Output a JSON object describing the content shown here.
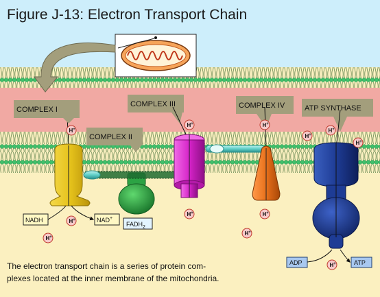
{
  "figure": {
    "title": "Figure J-13: Electron Transport Chain",
    "caption_lines": [
      "The electron transport chain is a series of protein com-",
      "plexes located at the inner membrane of the mitochondria."
    ]
  },
  "complexes": {
    "c1": "COMPLEX I",
    "c2": "COMPLEX II",
    "c3": "COMPLEX III",
    "c4": "COMPLEX IV",
    "atp_synthase": "ATP SYNTHASE"
  },
  "molecules": {
    "nadh": "NADH",
    "nad": "NAD",
    "nad_sup": "+",
    "fadh2": "FADH",
    "fadh2_sub": "2",
    "adp": "ADP",
    "atp": "ATP"
  },
  "proton": {
    "symbol": "H",
    "charge": "+"
  },
  "colors": {
    "sky": "#cdeefb",
    "matrix": "#fbf0c0",
    "intermembrane": "#f1a9a3",
    "lipid_head": "#3fbf6a",
    "label_box": "#a39e7c",
    "complex1": "#e6c31c",
    "complex2": "#2ca344",
    "complex3": "#d523c8",
    "complex4": "#e8701a",
    "atp_synthase": "#1e3c95",
    "proton_fill": "#f6c9c9",
    "proton_stroke": "#c0392b"
  },
  "icons": {
    "mitochondrion": "mitochondrion-icon",
    "arrow": "curved-arrow-icon"
  }
}
